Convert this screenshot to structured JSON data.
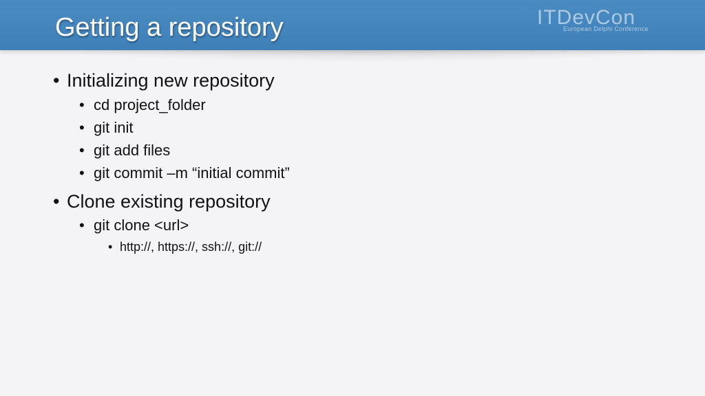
{
  "slide": {
    "title": "Getting a repository",
    "logo": {
      "main": "ITDevCon",
      "sub": "European Delphi Conference"
    },
    "bullet_glyph": "•",
    "items": [
      {
        "level": 1,
        "text": "Initializing new repository"
      },
      {
        "level": 2,
        "text": "cd project_folder"
      },
      {
        "level": 2,
        "text": "git init"
      },
      {
        "level": 2,
        "text": "git add files"
      },
      {
        "level": 2,
        "text": "git commit –m “initial commit”"
      },
      {
        "level": 1,
        "text": "Clone existing repository"
      },
      {
        "level": 2,
        "text": "git clone <url>"
      },
      {
        "level": 3,
        "text": "http://, https://, ssh://, git://"
      }
    ]
  },
  "colors": {
    "header": "#4a8cc2",
    "background": "#f4f4f6",
    "text": "#111111",
    "title": "#ffffff"
  }
}
